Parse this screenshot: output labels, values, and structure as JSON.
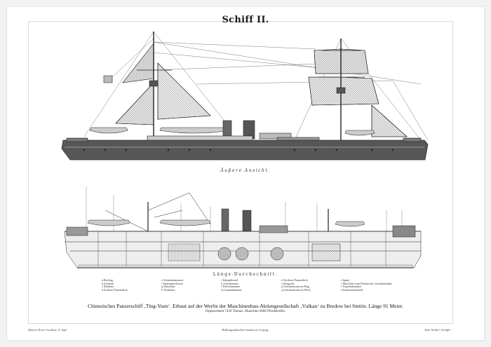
{
  "plate_title": "Schiff II.",
  "caption_exterior": "Äußere Ansicht.",
  "caption_section": "Längs-Durchschnitt.",
  "legend": [
    [
      "a Reeling",
      "b Schanze",
      "c Barbette",
      "d Achtere-Panzerdeck"
    ],
    [
      "e Schanzkammern",
      "f Panzergeschosse",
      "g Maschine",
      "h Ventilator"
    ],
    [
      "i Dampfkessel",
      "k Schornsteine",
      "l Pulverkammer",
      "m Granatkammer"
    ],
    [
      "n Vorderes Panzerdeck",
      "o Steigrohr",
      "p Geschützturm im Bug",
      "q Geschützturm im Heck"
    ],
    [
      "r Spant",
      "s Maschine zum Drehen der Geschütztürme",
      "t Torpedokammer",
      "u Kommandostelle"
    ]
  ],
  "main_caption": "Chinesisches Panzerschiff ‚Ting-Yuen‘. Erbaut auf der Werfte der Maschinenbau-Aktiengesellschaft ‚Vulkan‘ zu Bredow bei Stettin. Länge 91 Meter.",
  "sub_caption": "Deplacement 7430 Tonnen. Maschine 6000 Pferdekräfte.",
  "footer_left": "Meyers Konv.-Lexikon, 4. Aufl.",
  "footer_center": "Bibliographisches Institut in Leipzig.",
  "footer_right": "Zum Artikel ‚Schiffe‘."
}
